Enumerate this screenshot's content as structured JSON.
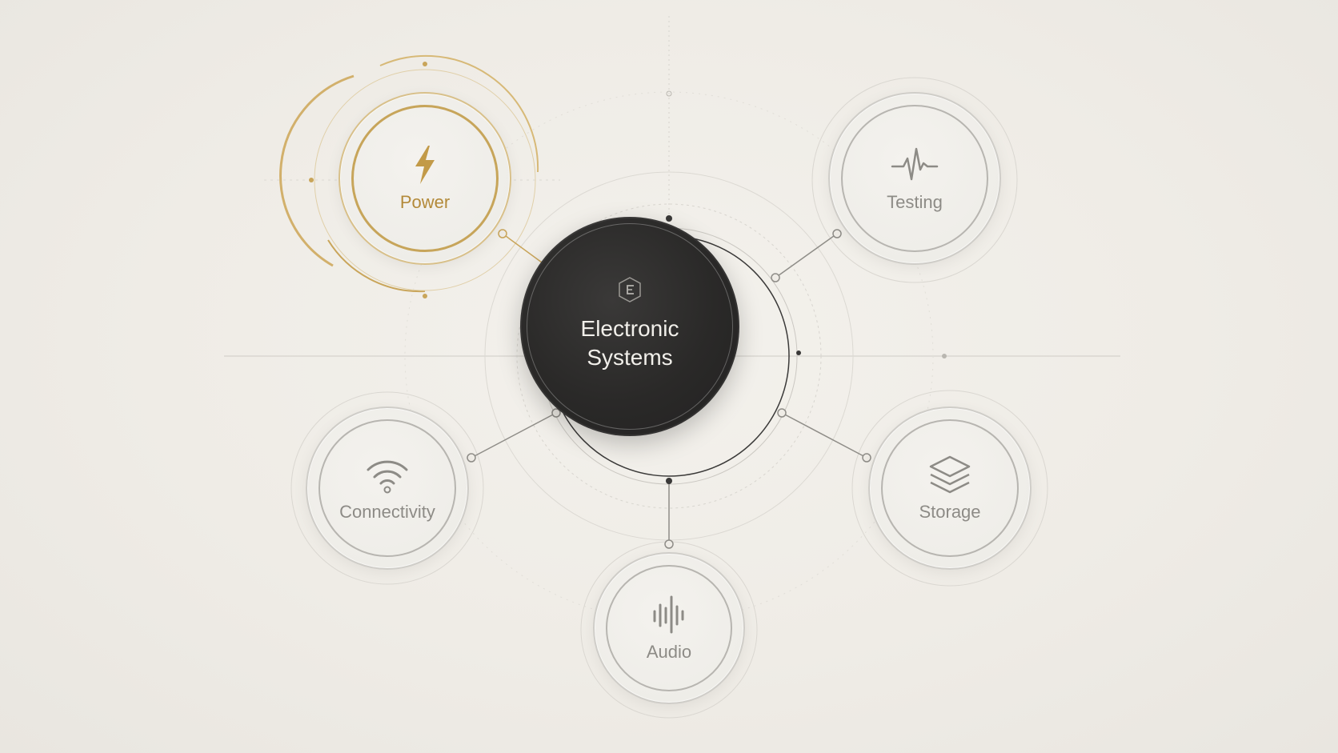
{
  "center": {
    "title_line1": "Electronic",
    "title_line2": "Systems",
    "icon": "chip-logo-icon"
  },
  "nodes": [
    {
      "id": "power",
      "label": "Power",
      "icon": "lightning-bolt-icon",
      "active": true
    },
    {
      "id": "testing",
      "label": "Testing",
      "icon": "pulse-waveform-icon",
      "active": false
    },
    {
      "id": "connectivity",
      "label": "Connectivity",
      "icon": "wifi-icon",
      "active": false
    },
    {
      "id": "storage",
      "label": "Storage",
      "icon": "stacked-layers-icon",
      "active": false
    },
    {
      "id": "audio",
      "label": "Audio",
      "icon": "audio-waveform-icon",
      "active": false
    }
  ],
  "colors": {
    "background": "#efece6",
    "center_fill": "#2a2928",
    "accent_gold": "#c7a55a",
    "line_gray": "#8f8d88",
    "node_border": "#b7b5b0",
    "label_gray": "#8d8b86"
  }
}
